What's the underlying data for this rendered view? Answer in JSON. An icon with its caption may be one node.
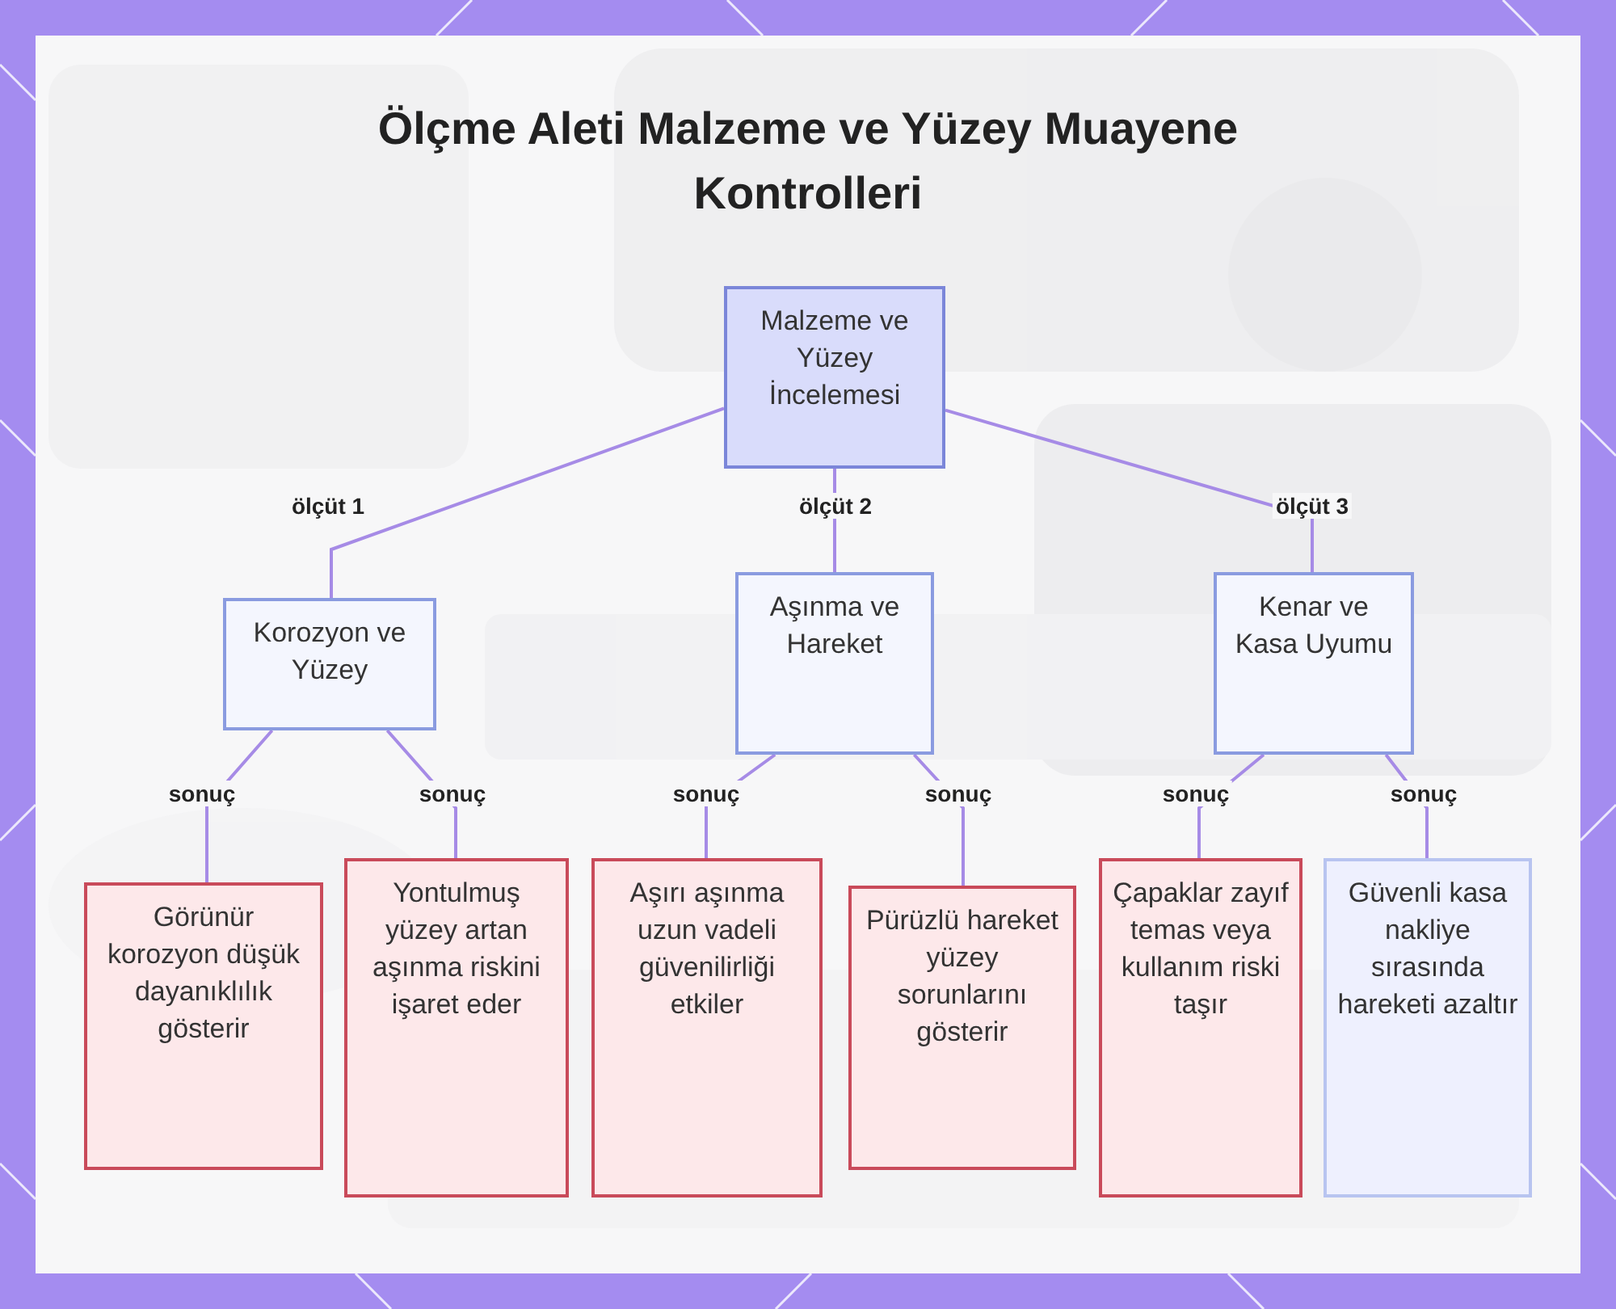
{
  "diagram": {
    "title": "Ölçme Aleti Malzeme ve Yüzey Muayene Kontrolleri",
    "nodes": [
      {
        "text": [
          "Malzeme ve Yüzey İncelemesi"
        ]
      },
      {
        "text": [
          "Korozyon ve Yüzey"
        ]
      },
      {
        "text": [
          "Aşınma ve Hareket"
        ]
      },
      {
        "text": [
          "Kenar ve Kasa Uyumu"
        ]
      },
      {
        "text": [
          "Görünür korozyon düşük dayanıklılık gösterir"
        ]
      },
      {
        "text": [
          "Yontulmuş yüzey artan aşınma riskini işaret eder"
        ]
      },
      {
        "text": [
          "Aşırı aşınma uzun vadeli güvenilirliği etkiler"
        ]
      },
      {
        "text": [
          "Pürüzlü hareket yüzey sorunlarını gösterir"
        ]
      },
      {
        "text": [
          "Çapaklar zayıf temas veya kullanım riski taşır"
        ]
      },
      {
        "text": [
          "Güvenli kasa nakliye sırasında hareketi azaltır"
        ]
      }
    ],
    "edges": [
      {
        "from": 0,
        "to": 1,
        "arrow": "none",
        "label": "ölçüt 1"
      },
      {
        "from": 0,
        "to": 2,
        "arrow": "none",
        "label": "ölçüt 2"
      },
      {
        "from": 0,
        "to": 3,
        "arrow": "none",
        "label": "ölçüt 3"
      },
      {
        "from": 1,
        "to": 4,
        "arrow": "none",
        "label": "sonuç"
      },
      {
        "from": 1,
        "to": 5,
        "arrow": "none",
        "label": "sonuç"
      },
      {
        "from": 2,
        "to": 6,
        "arrow": "none",
        "label": "sonuç"
      },
      {
        "from": 2,
        "to": 7,
        "arrow": "none",
        "label": "sonuç"
      },
      {
        "from": 3,
        "to": 8,
        "arrow": "none",
        "label": "sonuç"
      },
      {
        "from": 3,
        "to": 9,
        "arrow": "none",
        "label": "sonuç"
      }
    ]
  }
}
